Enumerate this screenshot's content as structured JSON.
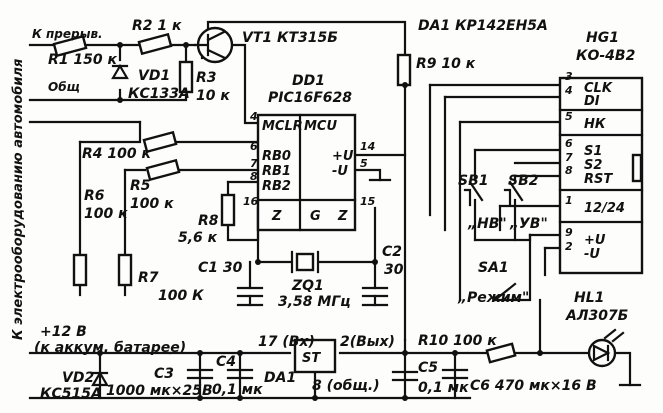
{
  "labels": {
    "k_prerv": "К прерыв.",
    "obshch": "Общ",
    "r1": "R1 150 к",
    "r2": "R2 1 к",
    "r3": "R3",
    "r3v": "10 к",
    "vd1": "VD1",
    "vd1v": "КС133А",
    "vt1": "VT1  КТ315Б",
    "da1": "DA1  КР142ЕН5А",
    "r9": "R9  10 к",
    "dd1": "DD1",
    "dd1v": "PIC16F628",
    "mclr": "MCLR",
    "mcu": "MCU",
    "rb0": "RB0",
    "rb1": "RB1",
    "rb2": "RB2",
    "pu": "+U",
    "mu": "-U",
    "z": "Z",
    "g": "G",
    "r4": "R4 100 к",
    "r5": "R5",
    "r5v": "100 к",
    "r6": "R6",
    "r6v": "100 к",
    "r7": "R7",
    "r7v": "100 К",
    "r8": "R8",
    "r8v": "5,6 к",
    "c1": "C1  30",
    "c2": "C2",
    "c2v": "30",
    "zq1": "ZQ1",
    "zq1v": "3,58 МГц",
    "hg1": "HG1",
    "hg1v": "КО-4В2",
    "clk": "CLK",
    "di": "DI",
    "hk": "НК",
    "s1": "S1",
    "s2": "S2",
    "rst": "RST",
    "h1224": "12/24",
    "sb1": "SB1",
    "sb2": "SB2",
    "nv": "„НВ\"",
    "uv": "„УВ\"",
    "sa1": "SA1",
    "rezhim": "„Режим\"",
    "hl1": "HL1",
    "hl1v": "АЛ307Б",
    "r10": "R10  100 к",
    "plus12": "+12 В",
    "akkum": "(к аккум. батарее)",
    "vd2": "VD2",
    "vd2v": "КС515А",
    "c3": "C3",
    "c3v": "1000 мк×25В",
    "c4": "C4",
    "c4v": "0,1 мк",
    "da1b": "DA1",
    "vh": "17 (Вх)",
    "vyh": "2(Вых)",
    "st": "ST",
    "obshch2": "8 (общ.)",
    "c5": "C5",
    "c5v": "0,1 мк",
    "c6": "C6  470 мк×16 В",
    "side": "К электрооборудованию автомобиля",
    "p3": "3",
    "p4": "4",
    "p5": "5",
    "p6": "6",
    "p7": "7",
    "p8": "8",
    "p1": "1",
    "p9": "9",
    "p2": "2",
    "p14": "14",
    "p16": "16",
    "p15": "15",
    "pd4": "4",
    "pd6": "6",
    "pd7": "7",
    "pd8": "8",
    "pd5": "5"
  }
}
